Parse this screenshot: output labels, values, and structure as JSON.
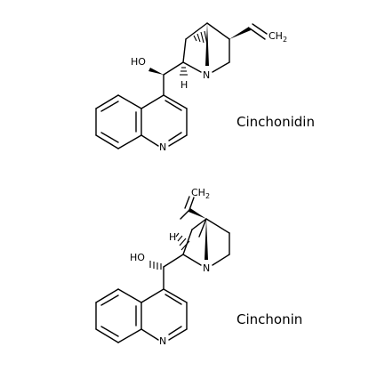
{
  "molecules": [
    {
      "name": "Cinchonidin",
      "atoms": {
        "hydroxyl": "HO",
        "hydrogen": "H",
        "bridge_nitrogen": "N",
        "ring_nitrogen": "N",
        "vinyl_carbon": "CH",
        "vinyl_subscript": "2"
      }
    },
    {
      "name": "Cinchonin",
      "atoms": {
        "hydroxyl": "HO",
        "hydrogen": "H",
        "bridge_nitrogen": "N",
        "ring_nitrogen": "N",
        "vinyl_carbon": "CH",
        "vinyl_subscript": "2"
      }
    }
  ]
}
